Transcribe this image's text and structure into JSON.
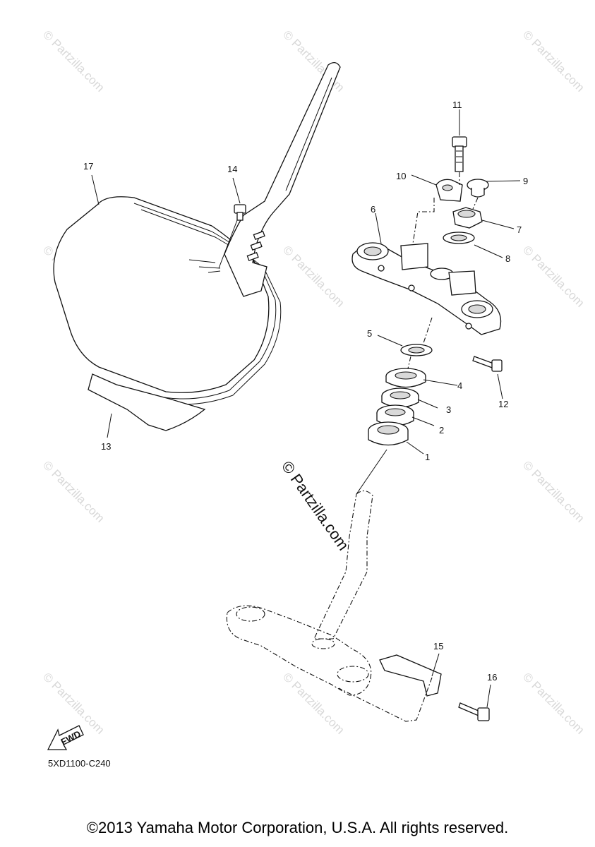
{
  "watermark": {
    "text": "© Partzilla.com",
    "center_text": "© Partzilla.com"
  },
  "callouts": [
    {
      "id": "1",
      "text": "1"
    },
    {
      "id": "2",
      "text": "2"
    },
    {
      "id": "3",
      "text": "3"
    },
    {
      "id": "4",
      "text": "4"
    },
    {
      "id": "5",
      "text": "5"
    },
    {
      "id": "6",
      "text": "6"
    },
    {
      "id": "7",
      "text": "7"
    },
    {
      "id": "8",
      "text": "8"
    },
    {
      "id": "9",
      "text": "9"
    },
    {
      "id": "10",
      "text": "10"
    },
    {
      "id": "11",
      "text": "11"
    },
    {
      "id": "12",
      "text": "12"
    },
    {
      "id": "13",
      "text": "13"
    },
    {
      "id": "14",
      "text": "14"
    },
    {
      "id": "15",
      "text": "15"
    },
    {
      "id": "16",
      "text": "16"
    },
    {
      "id": "17",
      "text": "17"
    }
  ],
  "fwd_label": "FWD",
  "diagram_code": "5XD1100-C240",
  "copyright": "©2013 Yamaha Motor Corporation, U.S.A. All rights reserved."
}
